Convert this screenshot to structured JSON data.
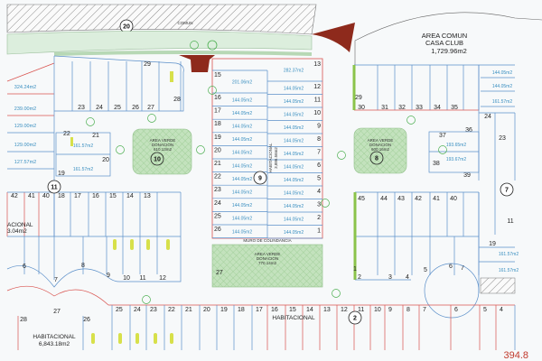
{
  "title_strip": {
    "block": "20",
    "label": "COMUN"
  },
  "casa_club": {
    "line1": "AREA COMUN",
    "line2": "CASA CLUB",
    "area": "1,729.96m2"
  },
  "scale_value": "394.8",
  "blocks": {
    "b20": "20",
    "b10": "10",
    "b9": "9",
    "b8": "8",
    "b11": "11",
    "b7": "7",
    "b2": "2"
  },
  "block9": {
    "label": "HABITACIONAL",
    "area": "3,886.56m2",
    "left_numbers": [
      "15",
      "16",
      "17",
      "18",
      "19",
      "20",
      "21",
      "22",
      "23",
      "24",
      "25",
      "26"
    ],
    "left_areas": [
      "201.06m2",
      "144.05m2",
      "144.05m2",
      "144.05m2",
      "144.05m2",
      "144.05m2",
      "144.05m2",
      "144.05m2",
      "144.05m2",
      "144.05m2",
      "144.05m2",
      "144.05m2"
    ],
    "right_numbers": [
      "13",
      "12",
      "11",
      "10",
      "9",
      "8",
      "7",
      "6",
      "5",
      "4",
      "3",
      "2",
      "1"
    ],
    "right_areas": [
      "282.37m2",
      "144.05m2",
      "144.05m2",
      "144.05m2",
      "144.05m2",
      "144.05m2",
      "144.05m2",
      "144.05m2",
      "144.05m2",
      "144.05m2",
      "144.05m2",
      "144.05m2",
      "144.05m2"
    ],
    "wall": "MURO DE COLINDANCIA",
    "green": {
      "l1": "AREA VERDE",
      "l2": "DONACION",
      "l3": "770.14m2",
      "lot": "27"
    }
  },
  "green10": {
    "l1": "AREA VERDE",
    "l2": "DONACION",
    "l3": "610.13m2"
  },
  "green8": {
    "l1": "AREA VERDE",
    "l2": "DONACION",
    "l3": "600.16m2"
  },
  "block10_top": {
    "numbers": [
      "23",
      "24",
      "25",
      "26",
      "27"
    ],
    "corner": "28",
    "top": "29"
  },
  "block10_left": {
    "areas": [
      "324.24m2",
      "239.00m2",
      "129.00m2",
      "129.00m2",
      "127.57m2"
    ],
    "labels": {
      "l22": "22",
      "l21": "21",
      "l20": "20",
      "l19": "19"
    },
    "lot_areas": [
      "161.57m2",
      "161.57m2"
    ]
  },
  "block8_top": {
    "numbers": [
      "30",
      "31",
      "32",
      "33",
      "34",
      "35"
    ],
    "l29": "29",
    "l36": "36",
    "l37": "37",
    "l38": "38",
    "l39": "39",
    "l24": "24",
    "l23": "23",
    "right_areas": [
      "144.05m2",
      "144.05m2",
      "161.57m2"
    ],
    "lot37_area": "193.65m2",
    "lot38_area": "193.67m2"
  },
  "block11": {
    "top_numbers": [
      "42",
      "41",
      "40",
      "18",
      "17",
      "16",
      "15",
      "14",
      "13"
    ],
    "bottom_numbers": [
      "6",
      "7",
      "8",
      "9",
      "10",
      "11",
      "12"
    ],
    "partial_label": "ACIONAL",
    "partial_area": "3.04m2"
  },
  "block7": {
    "top_numbers": [
      "45",
      "44",
      "43",
      "42",
      "41",
      "40"
    ],
    "bottom_numbers": [
      "1",
      "2",
      "3",
      "4",
      "5",
      "6",
      "7"
    ],
    "l19": "19",
    "l11": "11",
    "areas": [
      "161.57m2",
      "161.57m2"
    ]
  },
  "block2": {
    "numbers": [
      "25",
      "24",
      "23",
      "22",
      "21",
      "20",
      "19",
      "18",
      "17",
      "16",
      "15",
      "14",
      "13",
      "12",
      "11",
      "10",
      "9",
      "8",
      "7",
      "6",
      "5",
      "4"
    ],
    "left_numbers": [
      "28",
      "27",
      "26"
    ],
    "label": "HABITACIONAL",
    "hab_left": {
      "label": "HABITACIONAL",
      "area": "6,843.18m2"
    }
  },
  "colors": {
    "blue_line": "#5b8fc9",
    "red_line": "#d9534f",
    "green": "#b9dcb3",
    "hatch": "#888888",
    "brown": "#8e2a1c",
    "road": "#dceedd"
  }
}
